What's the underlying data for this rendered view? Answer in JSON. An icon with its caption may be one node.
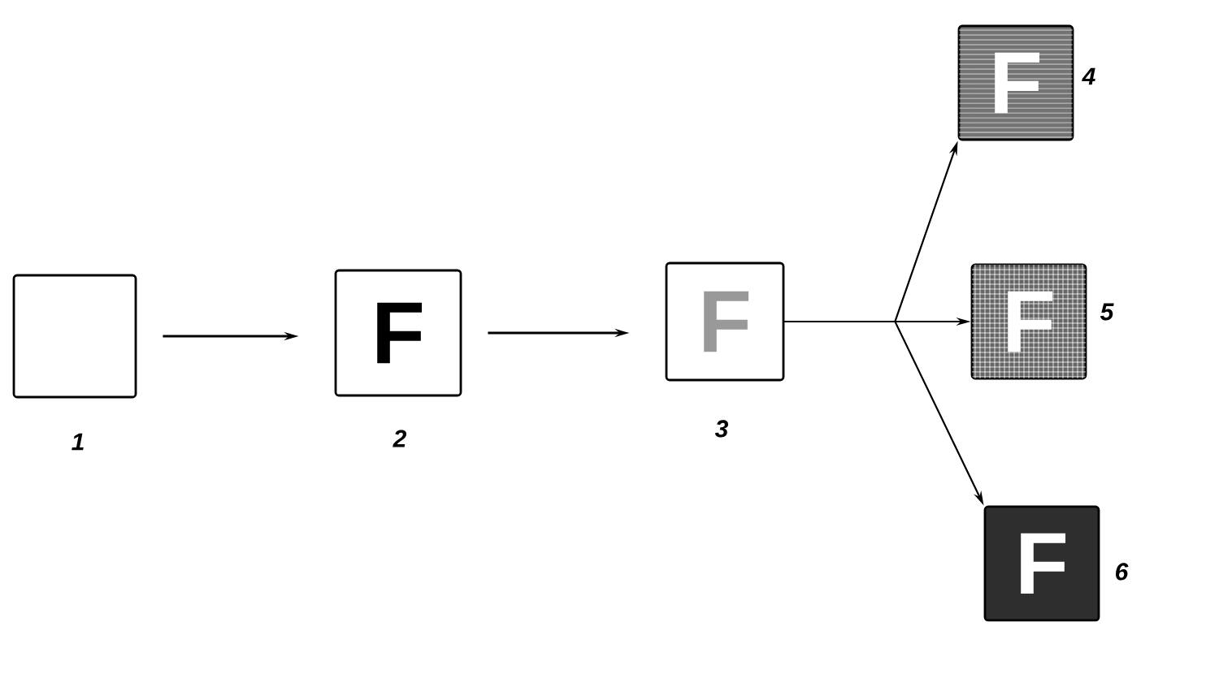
{
  "diagram": {
    "nodes": [
      {
        "text": [],
        "shape": "box",
        "beside": [
          "1"
        ]
      },
      {
        "text": [
          "F"
        ],
        "beside": [
          "2"
        ]
      },
      {
        "text": [
          "F"
        ],
        "beside": [
          "3"
        ]
      },
      {
        "text": [
          "F"
        ],
        "beside": [
          "4"
        ]
      },
      {
        "text": [
          "F"
        ],
        "beside": [
          "5"
        ]
      },
      {
        "text": [
          "F"
        ],
        "beside": [
          "6"
        ]
      }
    ],
    "edges": [
      {
        "from": 0,
        "to": 1,
        "arrow": "to"
      },
      {
        "from": 1,
        "to": 2,
        "arrow": "to"
      },
      {
        "from": 2,
        "to": 3,
        "arrow": "to"
      },
      {
        "from": 2,
        "to": 4,
        "arrow": "to"
      },
      {
        "from": 2,
        "to": 5,
        "arrow": "to"
      }
    ]
  }
}
